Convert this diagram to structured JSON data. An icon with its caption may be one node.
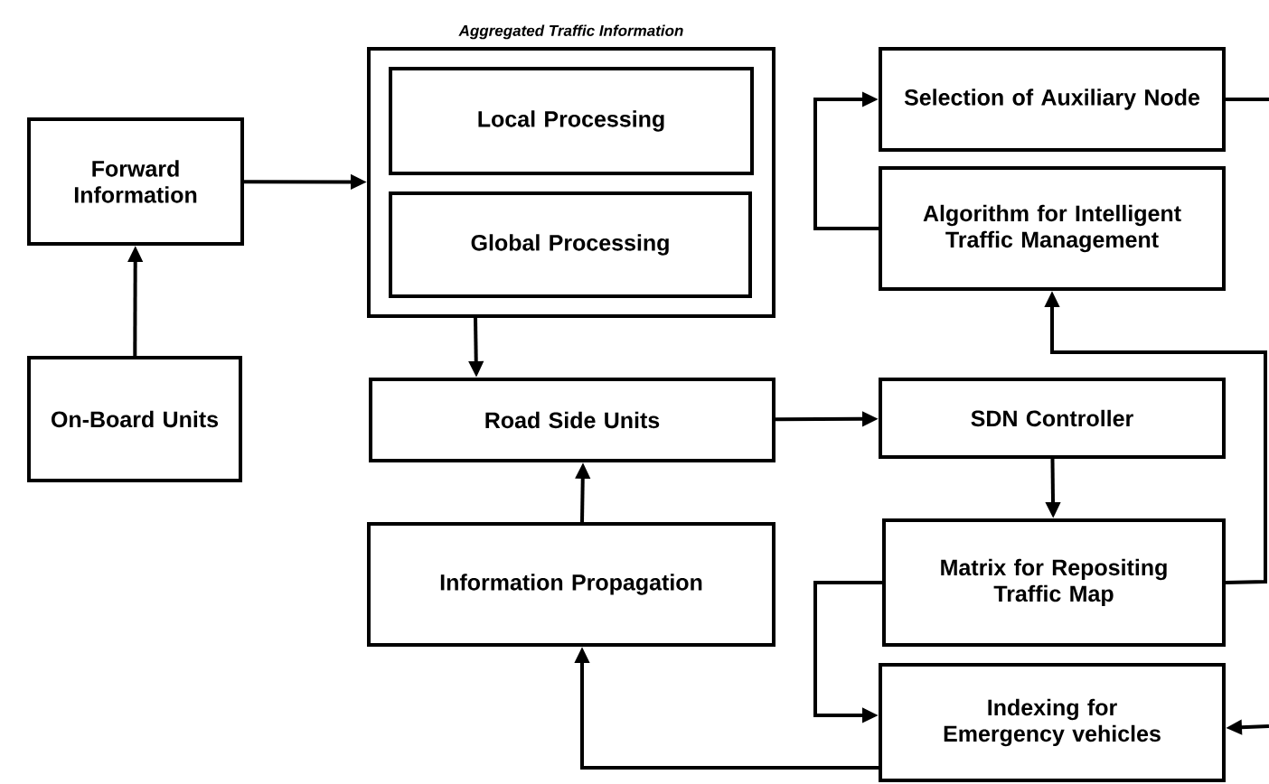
{
  "diagram": {
    "nodes": [
      {
        "text": [
          "Forward Information"
        ]
      },
      {
        "text": [
          "On-Board Units"
        ]
      },
      {
        "text": [
          "Aggregated Traffic Information"
        ]
      },
      {
        "text": [
          "Local Processing"
        ],
        "in": 2
      },
      {
        "text": [
          "Global Processing"
        ],
        "in": 2
      },
      {
        "text": [
          "Road Side Units"
        ]
      },
      {
        "text": [
          "Information Propagation"
        ]
      },
      {
        "text": [
          "Selection of Auxiliary Node"
        ]
      },
      {
        "text": [
          "Algorithm for Intelligent Traffic Management"
        ]
      },
      {
        "text": [
          "SDN Controller"
        ]
      },
      {
        "text": [
          "Matrix for Repositing Traffic Map"
        ]
      },
      {
        "text": [
          "Indexing for Emergency vehicles"
        ]
      }
    ],
    "edges": [
      {
        "from": 1,
        "to": 0,
        "arrow": "to"
      },
      {
        "from": 0,
        "to": 2,
        "arrow": "to"
      },
      {
        "from": 2,
        "to": 5,
        "arrow": "to"
      },
      {
        "from": 6,
        "to": 5,
        "arrow": "to"
      },
      {
        "from": 5,
        "to": 9,
        "arrow": "to"
      },
      {
        "from": 9,
        "to": 10,
        "arrow": "to"
      },
      {
        "from": 8,
        "to": 7,
        "arrow": "to"
      },
      {
        "from": 7,
        "to": null,
        "arrow": "none"
      },
      {
        "from": 10,
        "to": 8,
        "arrow": "to"
      },
      {
        "from": 10,
        "to": 11,
        "arrow": "to"
      },
      {
        "from": null,
        "to": 11,
        "arrow": "to"
      },
      {
        "from": 11,
        "to": 6,
        "arrow": "to"
      }
    ]
  }
}
